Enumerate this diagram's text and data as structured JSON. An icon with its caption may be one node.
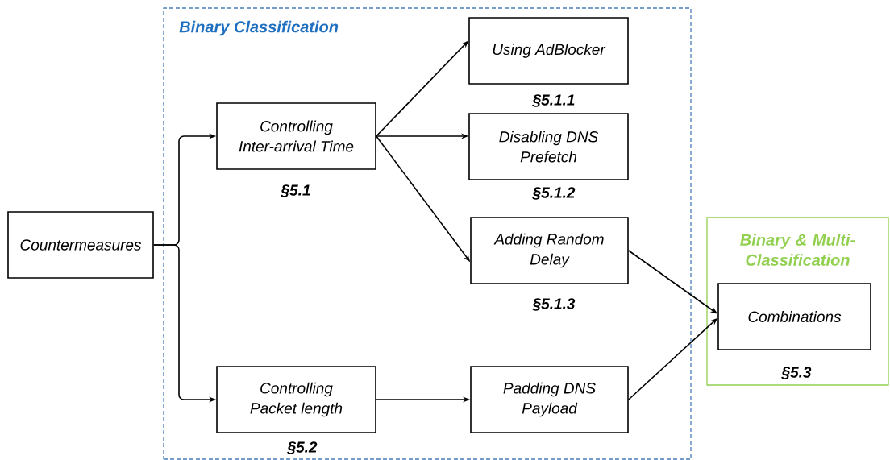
{
  "diagram": {
    "nodes": [
      {
        "text": [
          "Countermeasures"
        ]
      },
      {
        "text": [
          "Binary Classification"
        ]
      },
      {
        "text": [
          "Controlling Inter-arrival Time"
        ],
        "beside": [
          "§5.1"
        ],
        "in": 1
      },
      {
        "text": [
          "Controlling Packet length"
        ],
        "beside": [
          "§5.2"
        ],
        "in": 1
      },
      {
        "text": [
          "Using AdBlocker"
        ],
        "beside": [
          "§5.1.1"
        ],
        "in": 1
      },
      {
        "text": [
          "Disabling DNS Prefetch"
        ],
        "beside": [
          "§5.1.2"
        ],
        "in": 1
      },
      {
        "text": [
          "Adding Random Delay"
        ],
        "beside": [
          "§5.1.3"
        ],
        "in": 1
      },
      {
        "text": [
          "Padding DNS Payload"
        ],
        "in": 1
      },
      {
        "text": [
          "Binary & Multi-Classification"
        ]
      },
      {
        "text": [
          "Combinations"
        ],
        "beside": [
          "§5.3"
        ],
        "in": 8
      }
    ],
    "edges": [
      {
        "from": 0,
        "to": 2,
        "arrow": "to"
      },
      {
        "from": 0,
        "to": 3,
        "arrow": "to"
      },
      {
        "from": 2,
        "to": 4,
        "arrow": "to"
      },
      {
        "from": 2,
        "to": 5,
        "arrow": "to"
      },
      {
        "from": 2,
        "to": 6,
        "arrow": "to"
      },
      {
        "from": 3,
        "to": 7,
        "arrow": "to"
      },
      {
        "from": 6,
        "to": 9,
        "arrow": "to"
      },
      {
        "from": 7,
        "to": 9,
        "arrow": "to"
      }
    ]
  }
}
